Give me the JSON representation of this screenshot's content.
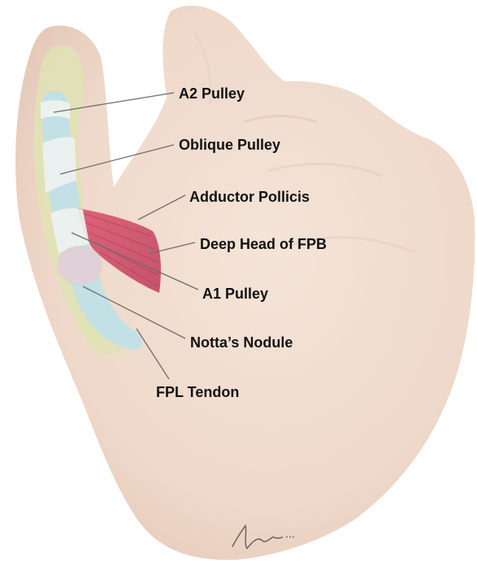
{
  "figure": {
    "labels": {
      "a2_pulley": "A2 Pulley",
      "oblique_pulley": "Oblique Pulley",
      "adductor_pollicis": "Adductor Pollicis",
      "deep_head_fpb": "Deep Head of FPB",
      "a1_pulley": "A1 Pulley",
      "nottas_nodule": "Notta’s Nodule",
      "fpl_tendon": "FPL Tendon"
    },
    "artist_signature": "artist signature",
    "colors": {
      "skin": "#f1dccd",
      "skin_shadow": "#dcc0b0",
      "bone": "#dfe3b4",
      "tendon": "#bfe0ea",
      "pulley": "#eef2f0",
      "muscle": "#cc4b64",
      "nodule": "#e2cfd7",
      "leader_line": "#6e6e6e"
    }
  }
}
